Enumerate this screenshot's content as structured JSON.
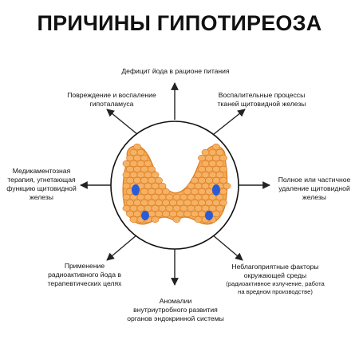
{
  "title": "ПРИЧИНЫ ГИПОТИРЕОЗА",
  "causes": {
    "top": [
      "Дефицит йода в рационе питания"
    ],
    "top_left": [
      "Повреждение и воспаление",
      "гипоталамуса"
    ],
    "top_right": [
      "Воспалительные процессы",
      "тканей щитовидной железы"
    ],
    "left": [
      "Медикаментозная",
      "терапия, угнетающая",
      "функцию щитовидной",
      "железы"
    ],
    "right": [
      "Полное или частичное",
      "удаление щитовидной",
      "железы"
    ],
    "bottom_left": [
      "Применение",
      "радиоактивного йода в",
      "терапевтических целях"
    ],
    "bottom": [
      "Аномалии",
      "внутриутробного развития",
      "органов эндокринной системы"
    ],
    "bottom_right": [
      "Неблагоприятные факторы",
      "окружающей среды"
    ],
    "bottom_right_note": [
      "(радиоактивное излучение, работа",
      "на вредном производстве)"
    ]
  },
  "colors": {
    "gland_fill": "#f7a94f",
    "gland_cell": "#f6b264",
    "gland_cell_stroke": "#d97a22",
    "nodule": "#2a5bd8",
    "arrow": "#222222",
    "circle_stroke": "#111111"
  }
}
